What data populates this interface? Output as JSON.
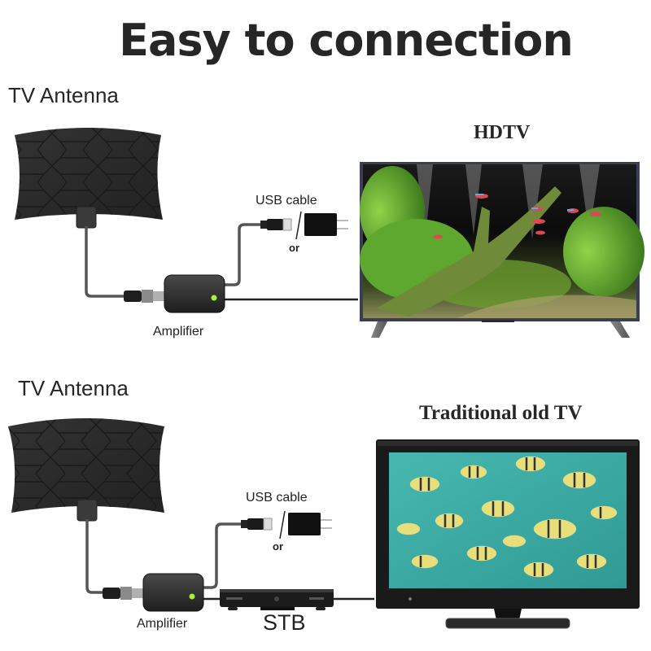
{
  "title": "Easy to connection",
  "colors": {
    "antenna": "#2b2b2b",
    "cable": "#555555",
    "led": "#a8f03c",
    "hdtv_frame": "#3a3f55",
    "old_tv_frame": "#1a1a1a",
    "aquarium_green": "#5a8f2a",
    "sea_teal": "#3aa8a0"
  },
  "sections": [
    {
      "id": "hdtv-setup",
      "antenna_label": "TV Antenna",
      "usb_label": "USB cable",
      "or_label": "or",
      "amplifier_label": "Amplifier",
      "tv_label": "HDTV",
      "icons": [
        "flat-antenna-icon",
        "amplifier-icon",
        "usb-plug-icon",
        "power-adapter-icon",
        "hdtv-icon"
      ]
    },
    {
      "id": "old-tv-setup",
      "antenna_label": "TV Antenna",
      "usb_label": "USB cable",
      "or_label": "or",
      "amplifier_label": "Amplifier",
      "stb_label": "STB",
      "tv_label": "Traditional old TV",
      "icons": [
        "flat-antenna-icon",
        "amplifier-icon",
        "usb-plug-icon",
        "power-adapter-icon",
        "set-top-box-icon",
        "old-tv-icon"
      ]
    }
  ]
}
